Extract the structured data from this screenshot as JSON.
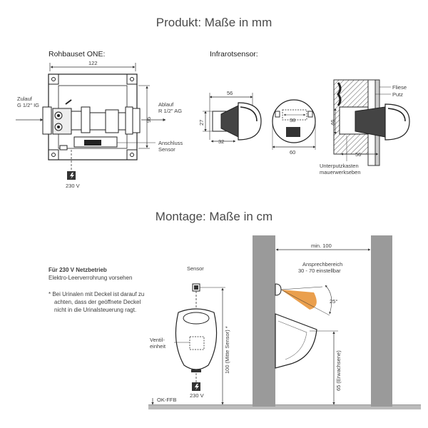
{
  "titles": {
    "produkt": "Produkt: Maße in mm",
    "montage": "Montage: Maße in cm"
  },
  "rohbauset": {
    "heading": "Rohbauset ONE:",
    "width": "122",
    "height": "95",
    "zulauf": "Zulauf",
    "zulauf_spec": "G 1/2\" IG",
    "ablauf": "Ablauf",
    "ablauf_spec": "R 1/2\" AG",
    "anschluss": "Anschluss",
    "anschluss_sub": "Sensor",
    "voltage": "230 V"
  },
  "sensor": {
    "heading": "Infrarotsensor:",
    "side_width": "56",
    "side_height": "27",
    "side_depth": "32",
    "front_inner": "38",
    "front_diameter": "60",
    "install_height": "46",
    "install_depth": "56",
    "fliese": "Fliese",
    "putz": "Putz",
    "unterputz_1": "Unterputzkasten",
    "unterputz_2": "mauerwerkseben"
  },
  "montage": {
    "power_title": "Für 230 V Netzbetrieb",
    "power_sub": "Elektro-Leerverrohrung vorsehen",
    "note_1": "* Bei Urinalen mit Deckel ist darauf zu",
    "note_2": "achten, dass der geöffnete Deckel",
    "note_3": "nicht in die Urinalsteuerung ragt.",
    "sensor_label": "Sensor",
    "ventil_1": "Ventil-",
    "ventil_2": "einheit",
    "voltage": "230 V",
    "height_sensor": "100 (Mitte Sensor) *",
    "ok_ffb": "OK-FFB",
    "min_distance": "min. 100",
    "range_1": "Ansprechbereich",
    "range_2": "30 - 70 einstellbar",
    "angle": "25°",
    "height_adult": "65 (Erwachsene)"
  },
  "colors": {
    "line": "#333333",
    "wall": "#9a9a9a",
    "sensor_beam": "#e8953a",
    "title": "#4a4a4a"
  }
}
